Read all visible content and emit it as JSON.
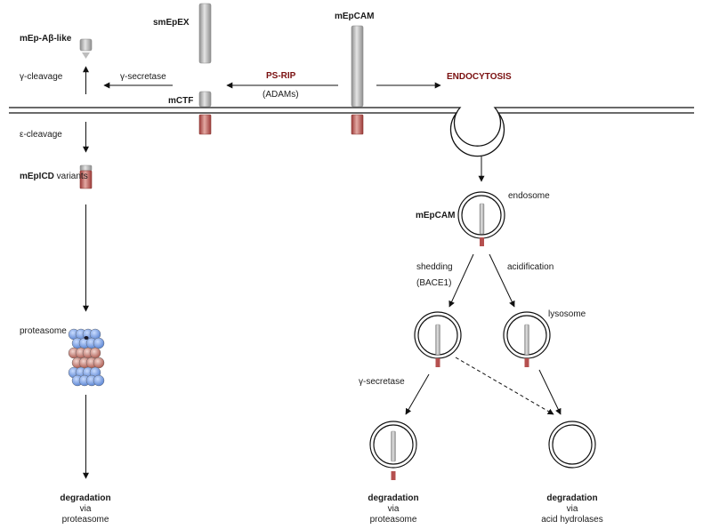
{
  "labels": {
    "mep_abeta": "mEp-Aβ-like",
    "smepex": "smEpEX",
    "mepcam_top": "mEpCAM",
    "gamma_cleavage": "γ-cleavage",
    "gamma_secretase_top": "γ-secretase",
    "ps_rip": "PS-RIP",
    "adams": "(ADAMs)",
    "endocytosis": "ENDOCYTOSIS",
    "mctf": "mCTF",
    "epsilon_cleavage": "ε-cleavage",
    "mepicd_bold": "mEpICD",
    "mepicd_rest": " variants",
    "endosome": "endosome",
    "mepcam_endo": "mEpCAM",
    "shedding": "shedding",
    "bace1": "(BACE1)",
    "acidification": "acidification",
    "lysosome": "lysosome",
    "proteasome": "proteasome",
    "gamma_secretase_bottom": "γ-secretase"
  },
  "outcomes": {
    "left": {
      "title": "degradation",
      "via": "via",
      "how": "proteasome"
    },
    "middle": {
      "title": "degradation",
      "via": "via",
      "how": "proteasome"
    },
    "right": {
      "title": "degradation",
      "via": "via",
      "how": "acid hydrolases"
    }
  },
  "colors": {
    "accent_red": "#7a1010",
    "icd_red": "#b5504f",
    "stalk_gray": "#a8a8a8",
    "proteasome_blue": "#6e96dd",
    "proteasome_red": "#c37a72"
  }
}
